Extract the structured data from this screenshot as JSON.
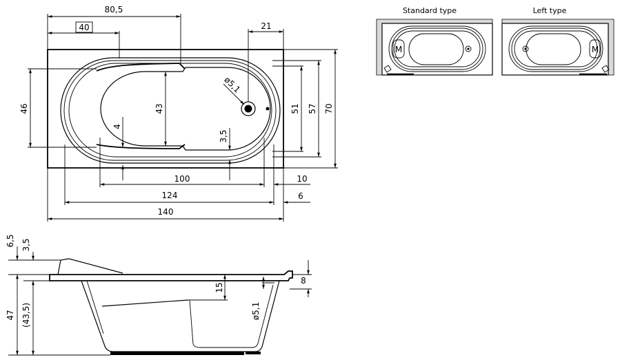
{
  "top_view": {
    "dims": {
      "width_total": "140",
      "inner_length": "124",
      "basin_length": "100",
      "right_margin_10": "10",
      "right_margin_6": "6",
      "width_70": "70",
      "width_57": "57",
      "width_51": "51",
      "width_46": "46",
      "seat_43": "43",
      "seat_4": "4",
      "drain_offset": "21",
      "head_length": "80,5",
      "boxed_40": "40",
      "drain_diameter": "ø5,1",
      "height_3_5": "3,5"
    }
  },
  "side_view": {
    "dims": {
      "rim_6_5": "6,5",
      "rim_3_5": "3,5",
      "depth_47": "47",
      "depth_43_5": "(43,5)",
      "inner_15": "15",
      "overflow_diameter": "ø5,1",
      "rim_8": "8"
    }
  },
  "variants": {
    "standard_label": "Standard type",
    "left_label": "Left type",
    "motor_letter": "M"
  }
}
